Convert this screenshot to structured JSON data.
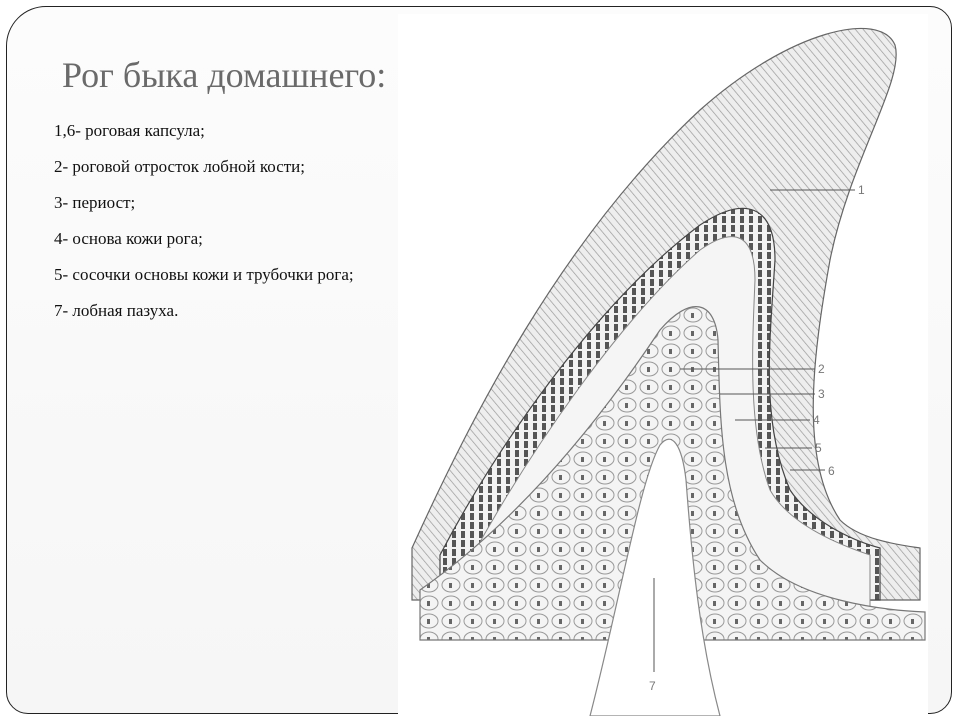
{
  "slide": {
    "title": "Рог быка домашнего:",
    "legend": [
      "1,6- роговая капсула;",
      "2- роговой отросток лобной кости;",
      "3- периост;",
      "4- основа кожи рога;",
      "5- сосочки основы кожи и трубочки рога;",
      "7- лобная пазуха."
    ]
  },
  "figure": {
    "labels": [
      "1",
      "2",
      "3",
      "4",
      "5",
      "6",
      "7"
    ]
  }
}
